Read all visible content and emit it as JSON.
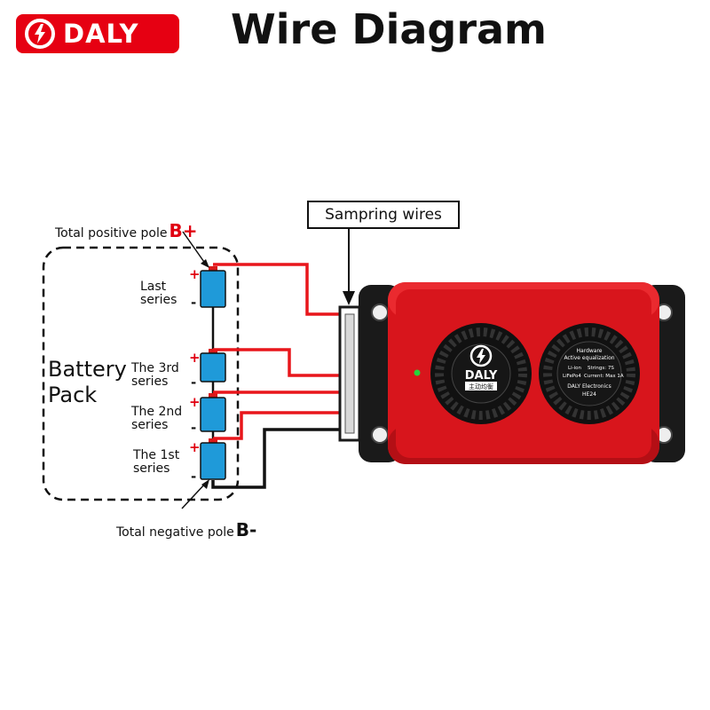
{
  "brand": {
    "name": "DALY"
  },
  "title": "Wire Diagram",
  "labels": {
    "total_positive": "Total positive pole",
    "total_positive_symbol": "B+",
    "total_negative": "Total negative pole",
    "total_negative_symbol": "B-",
    "battery_pack": [
      "Battery",
      "Pack"
    ],
    "sampling_wires": "Sampring wires"
  },
  "cells": [
    {
      "name": [
        "Last",
        "series"
      ],
      "plus": "+",
      "minus": "-"
    },
    {
      "name": [
        "The 3rd",
        "series"
      ],
      "plus": "+",
      "minus": "-"
    },
    {
      "name": [
        "The 2nd",
        "series"
      ],
      "plus": "+",
      "minus": "-"
    },
    {
      "name": [
        "The 1st",
        "series"
      ],
      "plus": "+",
      "minus": "-"
    }
  ],
  "device": {
    "brand": "DALY",
    "brand_sub": "主动均衡",
    "label_lines": [
      "Hardware",
      "Active equalization"
    ],
    "spec_li_ion": "Li-ion",
    "spec_lifepo4": "LiFePo4",
    "spec_strings": "Strings: 7S",
    "spec_current": "Current: Max 1A",
    "maker": "DALY Electronics",
    "model": "HE24"
  },
  "colors": {
    "brand_red": "#e60012",
    "device_red": "#d8151c",
    "wire_red": "#e8161b",
    "wire_black": "#111111",
    "cell_blue": "#1f9ad9",
    "frame_black": "#1a1a1a"
  }
}
